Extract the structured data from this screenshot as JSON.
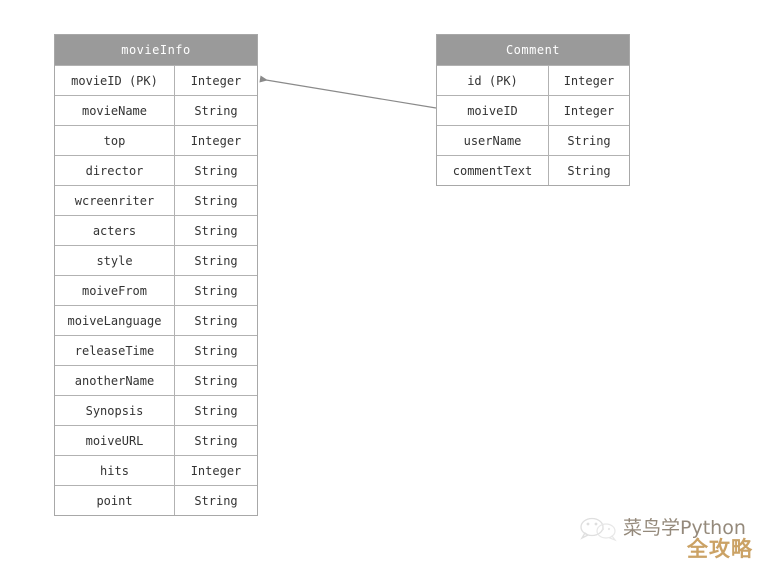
{
  "diagram": {
    "type": "entity-relationship-diagram",
    "background_color": "#ffffff",
    "header_color": "#9a9a9a",
    "border_color": "#a8a8a8",
    "entities": [
      {
        "id": "movieInfo",
        "title": "movieInfo",
        "columns": [
          {
            "name": "movieID (PK)",
            "type": "Integer"
          },
          {
            "name": "movieName",
            "type": "String"
          },
          {
            "name": "top",
            "type": "Integer"
          },
          {
            "name": "director",
            "type": "String"
          },
          {
            "name": "wcreenriter",
            "type": "String"
          },
          {
            "name": "acters",
            "type": "String"
          },
          {
            "name": "style",
            "type": "String"
          },
          {
            "name": "moiveFrom",
            "type": "String"
          },
          {
            "name": "moiveLanguage",
            "type": "String"
          },
          {
            "name": "releaseTime",
            "type": "String"
          },
          {
            "name": "anotherName",
            "type": "String"
          },
          {
            "name": "Synopsis",
            "type": "String"
          },
          {
            "name": "moiveURL",
            "type": "String"
          },
          {
            "name": "hits",
            "type": "Integer"
          },
          {
            "name": "point",
            "type": "String"
          }
        ]
      },
      {
        "id": "Comment",
        "title": "Comment",
        "columns": [
          {
            "name": "id (PK)",
            "type": "Integer"
          },
          {
            "name": "moiveID",
            "type": "Integer"
          },
          {
            "name": "userName",
            "type": "String"
          },
          {
            "name": "commentText",
            "type": "String"
          }
        ]
      }
    ],
    "relationships": [
      {
        "from_entity": "Comment",
        "from_column": "moiveID",
        "to_entity": "movieInfo",
        "to_column": "movieID (PK)",
        "arrow_direction": "to-movieInfo",
        "line_color": "#8a8a8a"
      }
    ]
  },
  "watermark": {
    "icon": "wechat-icon",
    "main_text": "菜鸟学Python",
    "sub_text": "全攻略",
    "main_color": "#8c8070",
    "sub_color": "#c79b58"
  }
}
